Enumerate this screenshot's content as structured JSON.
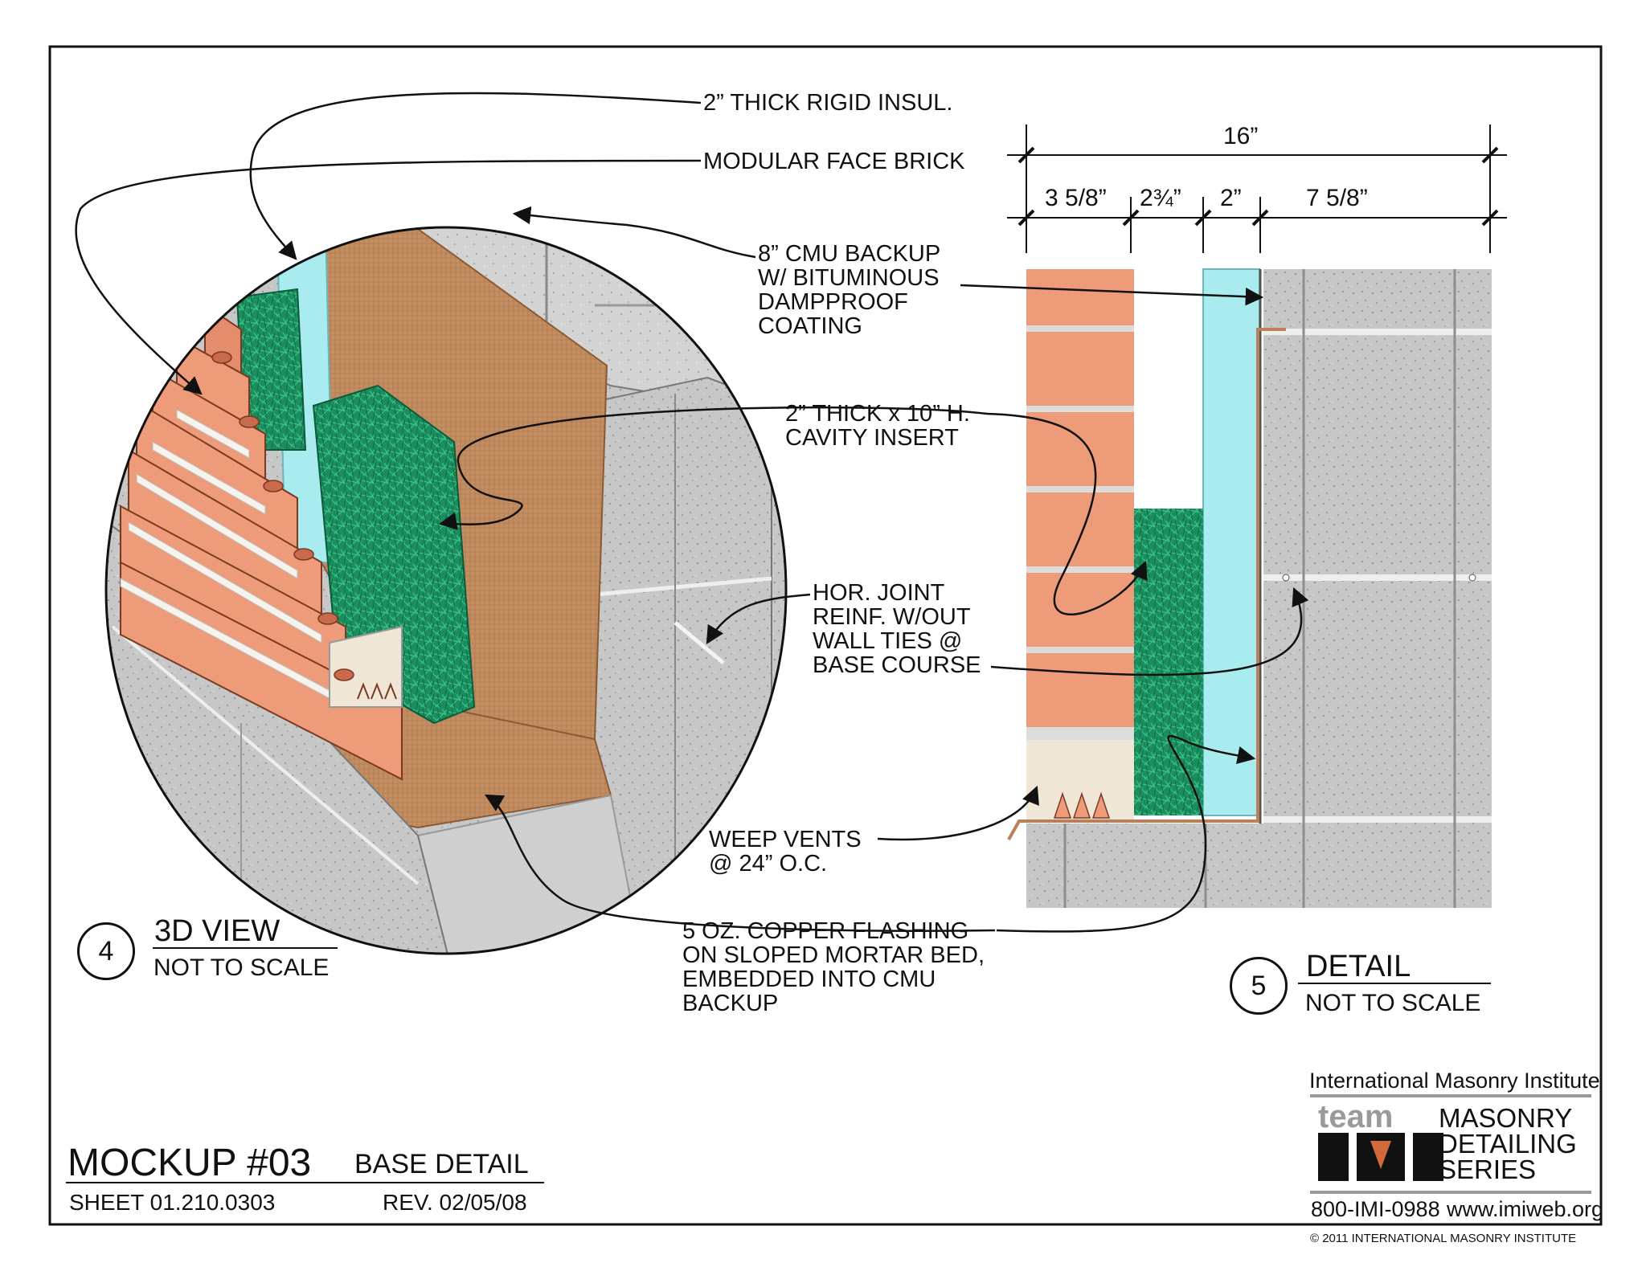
{
  "callouts": {
    "rigid_insul": "2” THICK RIGID INSUL.",
    "face_brick": "MODULAR FACE BRICK",
    "cmu_backup": [
      "8” CMU BACKUP",
      "W/ BITUMINOUS",
      "DAMPPROOF",
      "COATING"
    ],
    "cavity_insert": [
      "2” THICK x 10” H.",
      "CAVITY INSERT"
    ],
    "joint_reinf": [
      "HOR. JOINT",
      "REINF. W/OUT",
      "WALL TIES @",
      "BASE COURSE"
    ],
    "weep_vents": [
      "WEEP VENTS",
      "@ 24” O.C."
    ],
    "copper_flashing": [
      "5 OZ. COPPER FLASHING",
      "ON SLOPED MORTAR BED,",
      "EMBEDDED INTO CMU",
      "BACKUP"
    ]
  },
  "dimensions": {
    "overall": "16”",
    "brick": "3 5/8”",
    "cavity": "2¾”",
    "insulation": "2”",
    "cmu": "7 5/8”"
  },
  "views": {
    "view4": {
      "number": "4",
      "title": "3D VIEW",
      "scale": "NOT TO SCALE"
    },
    "view5": {
      "number": "5",
      "title": "DETAIL",
      "scale": "NOT TO SCALE"
    }
  },
  "title_block": {
    "mockup": "MOCKUP #03",
    "name": "BASE DETAIL",
    "sheet": "SHEET 01.210.0303",
    "rev": "REV. 02/05/08"
  },
  "logo": {
    "org": "International Masonry Institute",
    "team": "team",
    "series": [
      "MASONRY",
      "DETAILING",
      "SERIES"
    ],
    "phone": "800-IMI-0988",
    "web": "www.imiweb.org",
    "copyright": "© 2011 INTERNATIONAL MASONRY INSTITUTE"
  },
  "colors": {
    "brick": "#ee9b7a",
    "concrete": "#c9c9c9",
    "insulation": "#a9ecf0",
    "cavity_insert": "#1f9a6a",
    "membrane": "#c8956a",
    "outline": "#111111"
  }
}
